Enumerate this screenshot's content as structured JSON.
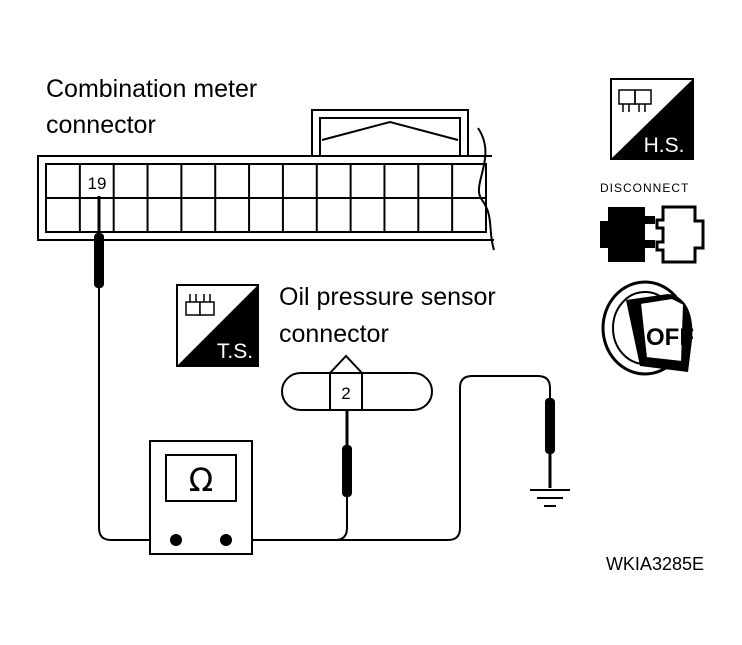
{
  "combination_meter": {
    "label_line1": "Combination meter",
    "label_line2": "connector",
    "pin": "19"
  },
  "oil_pressure_sensor": {
    "label_line1": "Oil pressure sensor",
    "label_line2": "connector",
    "pin": "2"
  },
  "harness_badge": {
    "text": "H.S."
  },
  "terminal_badge": {
    "text": "T.S."
  },
  "disconnect_icon": {
    "text": "DISCONNECT"
  },
  "ignition_icon": {
    "text": "OFF"
  },
  "meter": {
    "symbol": "Ω"
  },
  "figure_code": "WKIA3285E"
}
